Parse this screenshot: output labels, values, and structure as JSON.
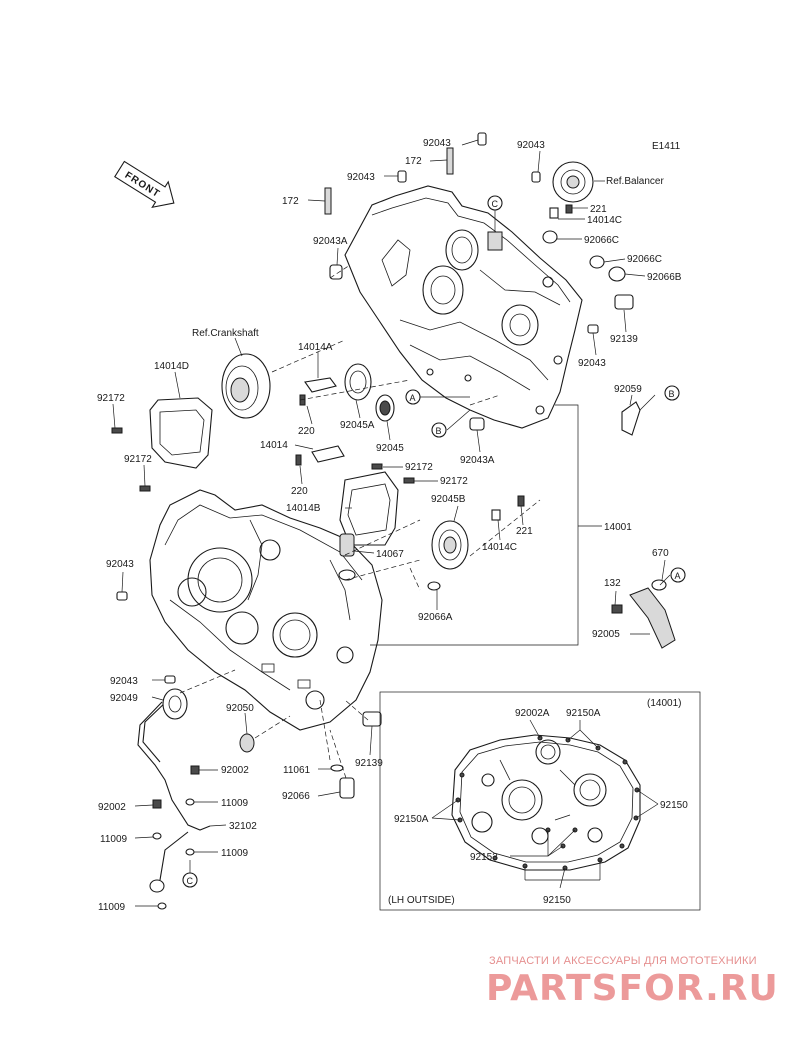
{
  "diagram_code": "E1411",
  "front_label": "FRONT",
  "refs": {
    "balancer": "Ref.Balancer",
    "crankshaft": "Ref.Crankshaft"
  },
  "callouts": [
    "A",
    "B",
    "C"
  ],
  "inset": {
    "title": "(14001)",
    "subtitle": "(LH OUTSIDE)",
    "labels": [
      "92002A",
      "92150A",
      "92150",
      "92150A",
      "92153",
      "92150"
    ]
  },
  "part_labels": [
    "92043",
    "172",
    "92043",
    "92043",
    "172",
    "92043A",
    "221",
    "14014C",
    "92066C",
    "92066C",
    "92066B",
    "92139",
    "92043",
    "14014A",
    "14014D",
    "92172",
    "92172",
    "220",
    "14014",
    "220",
    "92045A",
    "92045",
    "92059",
    "92043A",
    "92172",
    "92172",
    "92045B",
    "14014B",
    "221",
    "14014C",
    "14001",
    "14067",
    "92043",
    "670",
    "132",
    "92066A",
    "92005",
    "92043",
    "92049",
    "92050",
    "92139",
    "11061",
    "92002",
    "11009",
    "92066",
    "92002",
    "32102",
    "11009",
    "11009",
    "11009"
  ],
  "watermark": {
    "tagline": "ЗАПЧАСТИ И АКСЕССУАРЫ ДЛЯ МОТОТЕХНИКИ",
    "brand": "PARTSFOR.RU"
  }
}
